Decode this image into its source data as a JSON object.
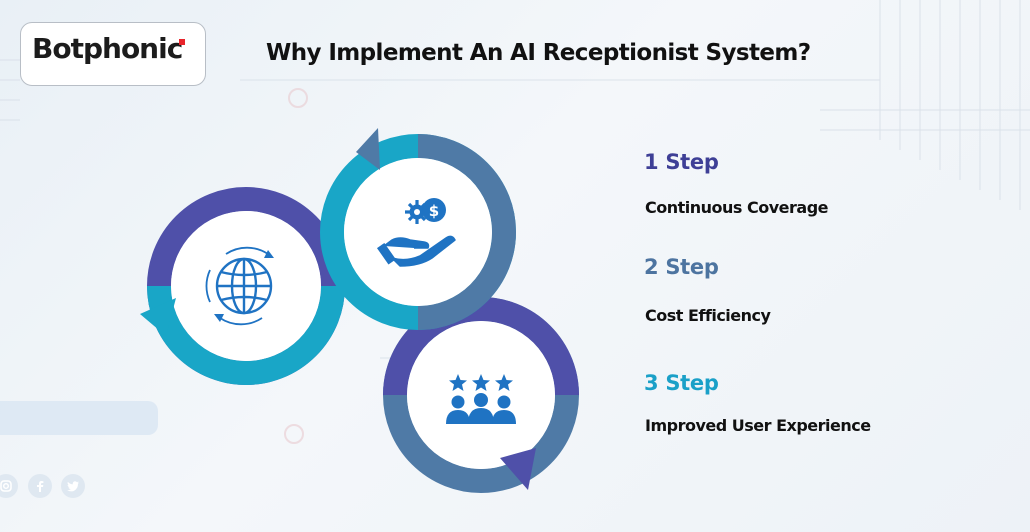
{
  "brand": {
    "name": "Botphonic"
  },
  "title": "Why Implement An AI Receptionist System?",
  "colors": {
    "purple": "#4f50a9",
    "teal": "#19a6c7",
    "slate": "#4f7aa6",
    "icon_blue": "#1f73c3",
    "step1": "#3e3f96",
    "step2": "#4d74a0",
    "step3": "#1aa0c8"
  },
  "steps": [
    {
      "label": "1 Step",
      "description": "Continuous Coverage",
      "icon": "globe-icon"
    },
    {
      "label": "2 Step",
      "description": "Cost Efficiency",
      "icon": "money-hand-icon"
    },
    {
      "label": "3 Step",
      "description": "Improved User Experience",
      "icon": "users-rating-icon"
    }
  ],
  "social_icons": [
    "instagram-icon",
    "facebook-icon",
    "twitter-icon"
  ]
}
